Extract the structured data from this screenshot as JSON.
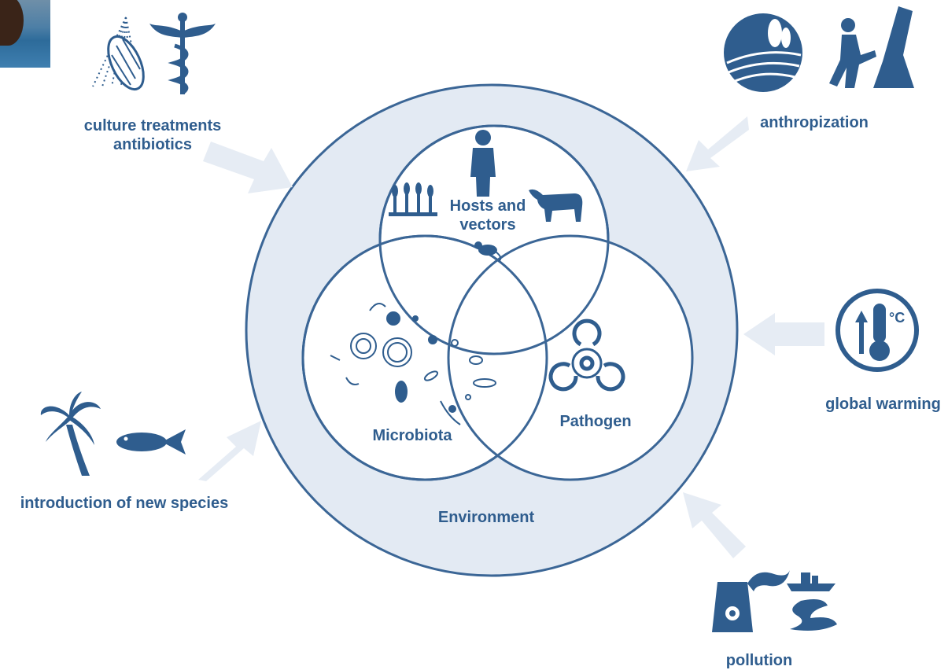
{
  "labels": {
    "culture_treatments": "culture treatments",
    "antibiotics": "antibiotics",
    "anthropization": "anthropization",
    "global_warming": "global warming",
    "introduction_new_species": "introduction of new species",
    "pollution": "pollution",
    "environment": "Environment",
    "hosts_line1": "Hosts and",
    "hosts_line2": "vectors",
    "microbiota": "Microbiota",
    "pathogen": "Pathogen",
    "thermometer_unit": "°C"
  },
  "colors": {
    "primary": "#2f5d8e",
    "ring_fill": "#e3eaf3",
    "arrow_fill": "#e6ecf4"
  },
  "icons": [
    "corn-spray-icon",
    "caduceus-icon",
    "field-landscape-icon",
    "tree-cutting-icon",
    "thermometer-icon",
    "palm-tree-icon",
    "fish-icon",
    "factory-icon",
    "oil-spill-icon",
    "person-icon",
    "crops-icon",
    "cow-icon",
    "rat-icon",
    "biohazard-icon",
    "microbes-icon"
  ]
}
